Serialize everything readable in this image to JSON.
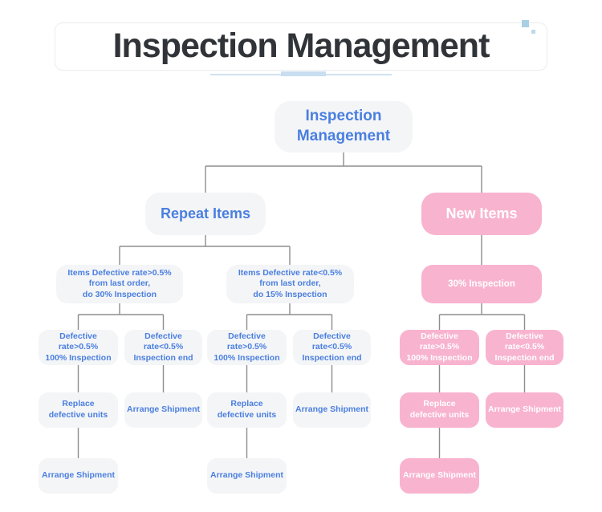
{
  "header": {
    "title": "Inspection Management"
  },
  "colors": {
    "title_text": "#303438",
    "node_text_blue": "#4a7fe0",
    "node_bg_gray": "#f4f5f7",
    "pink": "#f8b3cf",
    "connector_line": "#8d8d8d",
    "underline_blue": "#cfe3f1",
    "accent_square": "#a9cfe4"
  },
  "tree": {
    "root": "Inspection\nManagement",
    "repeat_items": "Repeat Items",
    "new_items": "New Items",
    "repeat_defect_high": "Items Defective rate>0.5%\nfrom last order,\ndo 30% Inspection",
    "repeat_defect_low": "Items Defective rate<0.5%\nfrom last order,\ndo 15% Inspection",
    "new_inspection": "30% Inspection",
    "r1_inspect_100": "Defective rate>0.5%\n100% Inspection",
    "r1_inspect_end": "Defective rate<0.5%\nInspection end",
    "r2_inspect_100": "Defective rate>0.5%\n100% Inspection",
    "r2_inspect_end": "Defective rate<0.5%\nInspection end",
    "n_inspect_100": "Defective rate>0.5%\n100% Inspection",
    "n_inspect_end": "Defective rate<0.5%\nInspection end",
    "r1_replace": "Replace\ndefective units",
    "r1_arrange": "Arrange Shipment",
    "r2_replace": "Replace\ndefective units",
    "r2_arrange": "Arrange Shipment",
    "n_replace": "Replace\ndefective units",
    "n_arrange": "Arrange Shipment",
    "r1_ship": "Arrange Shipment",
    "r2_ship": "Arrange Shipment",
    "n_ship": "Arrange Shipment"
  }
}
